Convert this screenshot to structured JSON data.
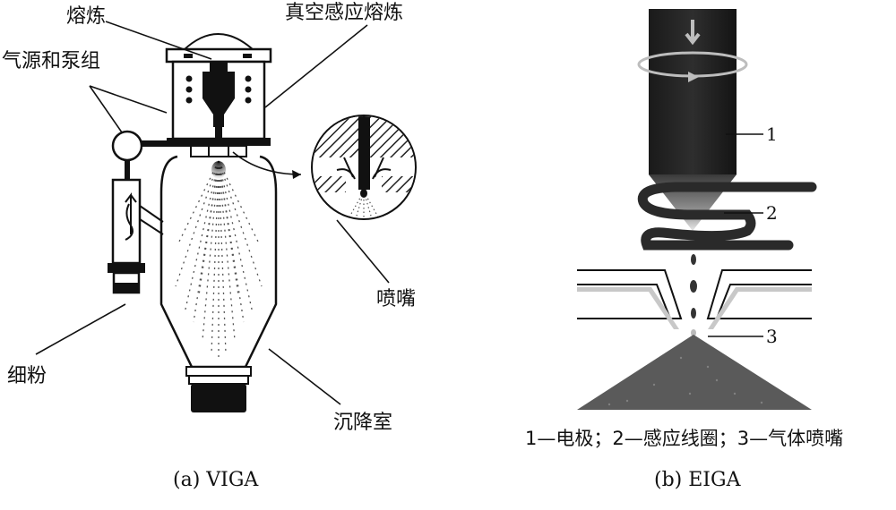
{
  "viga": {
    "labels": {
      "smelting": "熔炼",
      "vacuum_induction": "真空感应熔炼",
      "gas_pump": "气源和泵组",
      "nozzle": "喷嘴",
      "fine_powder": "细粉",
      "settling_chamber": "沉降室"
    },
    "caption": "(a) VIGA"
  },
  "eiga": {
    "callouts": {
      "c1": "1",
      "c2": "2",
      "c3": "3"
    },
    "legend": "1—电极；2—感应线圈；3—气体喷嘴",
    "caption": "(b) EIGA"
  }
}
